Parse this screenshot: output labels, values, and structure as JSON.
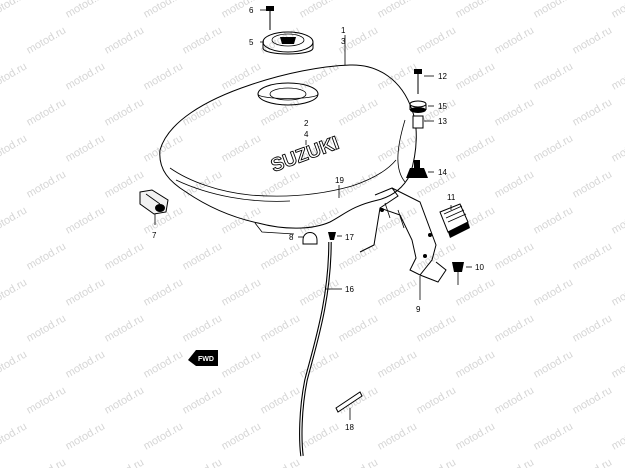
{
  "watermark": {
    "text": "motod.ru"
  },
  "brand": {
    "logo_text": "SUZUKI"
  },
  "fwd_tag": {
    "text": "FWD"
  },
  "callouts": {
    "c1": "1",
    "c2": "2",
    "c3": "3",
    "c4": "4",
    "c5": "5",
    "c6": "6",
    "c7": "7",
    "c8": "8",
    "c9": "9",
    "c10": "10",
    "c11": "11",
    "c12": "12",
    "c13": "13",
    "c14": "14",
    "c15": "15",
    "c16": "16",
    "c17": "17",
    "c18": "18",
    "c19": "19"
  }
}
